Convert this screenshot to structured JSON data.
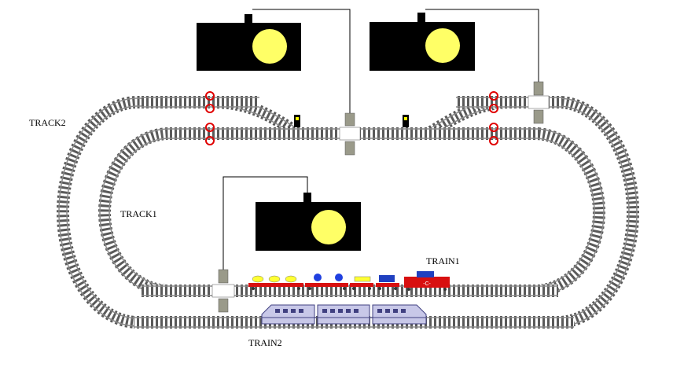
{
  "labels": {
    "track1": "TRACK1",
    "track2": "TRACK2",
    "train1": "TRAIN1",
    "train2": "TRAIN2",
    "loco_mark": "-C-"
  },
  "colors": {
    "rail": "#787878",
    "sleeper": "#5a5a5a",
    "sensor_ring": "#e00000",
    "camera_body": "#000000",
    "lens": "#ffff66",
    "signal_lamp": "#ffff00",
    "gate": "#9a9a8a",
    "train1_loco": "#d81010",
    "train2_body": "#c8c8e8"
  },
  "icons": {
    "camera": "camera-icon",
    "sensor": "sensor-ring-icon",
    "signal": "signal-light-icon",
    "gate": "level-crossing-gate-icon"
  }
}
